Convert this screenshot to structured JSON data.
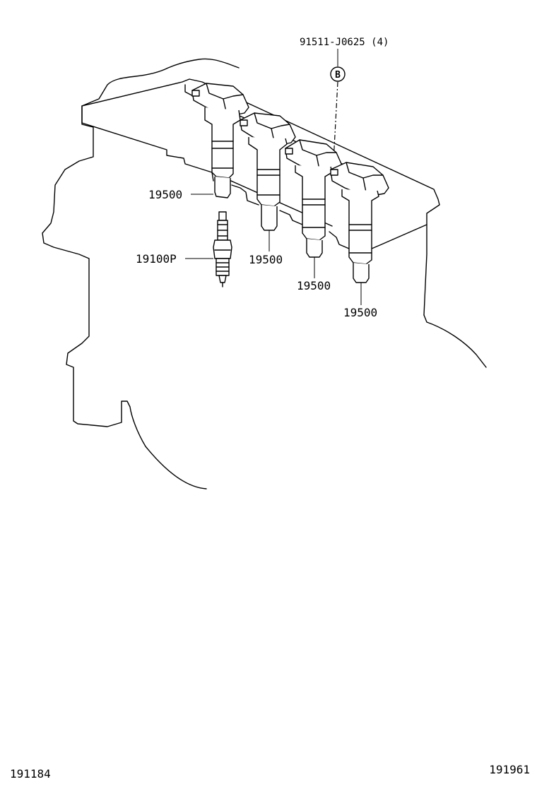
{
  "callouts": {
    "bolt": "91511-J0625 (4)",
    "bolt_marker": "B",
    "coil_1": "19500",
    "coil_2": "19500",
    "coil_3": "19500",
    "coil_4": "19500",
    "spark_plug": "19100P"
  },
  "footer": {
    "left_code": "191184",
    "right_code": "191961"
  }
}
